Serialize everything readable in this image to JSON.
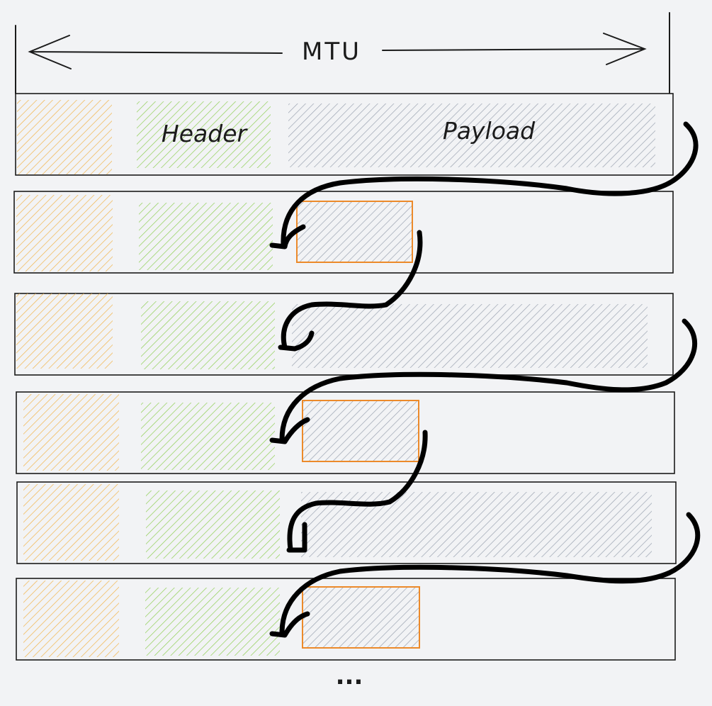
{
  "diagram": {
    "mtu_label": "MTU",
    "header_label": "Header",
    "payload_label": "Payload",
    "continuation": "...",
    "colors": {
      "background": "#f2f3f5",
      "prefix_hatch": "#f1b44a",
      "header_hatch": "#8fce54",
      "payload_hatch": "#9aa3b0",
      "tail_outline": "#ec8a2a",
      "ink": "#1b1b1b"
    },
    "frames": [
      {
        "kind": "full-payload"
      },
      {
        "kind": "remainder-payload"
      },
      {
        "kind": "full-payload"
      },
      {
        "kind": "remainder-payload"
      },
      {
        "kind": "full-payload"
      },
      {
        "kind": "remainder-payload"
      }
    ]
  }
}
